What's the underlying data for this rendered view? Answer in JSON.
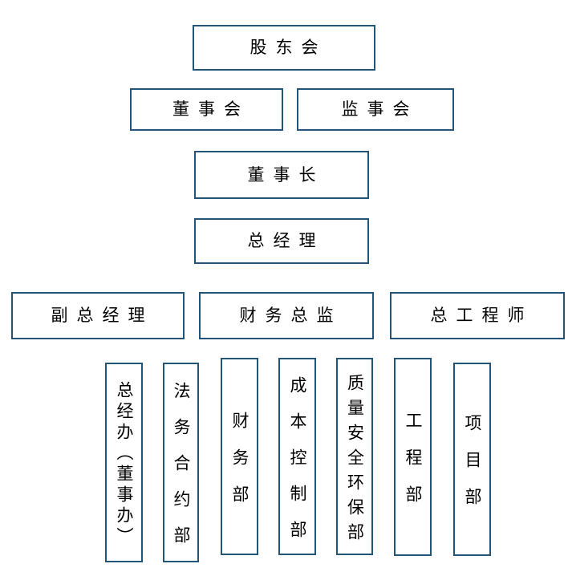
{
  "colors": {
    "box_border": "#235578",
    "text": "#000000",
    "background": "#ffffff"
  },
  "org": {
    "style": "boxes-only, no connector lines",
    "nodes": [
      {
        "id": "shareholders-meeting",
        "label": "股东会",
        "orientation": "horizontal",
        "level": 1
      },
      {
        "id": "board-of-directors",
        "label": "董事会",
        "orientation": "horizontal",
        "level": 2
      },
      {
        "id": "supervisory-board",
        "label": "监事会",
        "orientation": "horizontal",
        "level": 2
      },
      {
        "id": "chairman",
        "label": "董事长",
        "orientation": "horizontal",
        "level": 3
      },
      {
        "id": "general-manager",
        "label": "总经理",
        "orientation": "horizontal",
        "level": 4
      },
      {
        "id": "deputy-general-manager",
        "label": "副总经理",
        "orientation": "horizontal",
        "level": 5
      },
      {
        "id": "finance-director",
        "label": "财务总监",
        "orientation": "horizontal",
        "level": 5
      },
      {
        "id": "chief-engineer",
        "label": "总工程师",
        "orientation": "horizontal",
        "level": 5
      },
      {
        "id": "gm-office",
        "label": "总经办（董事办）",
        "orientation": "vertical",
        "level": 6
      },
      {
        "id": "legal-contract-dept",
        "label": "法务合约部",
        "orientation": "vertical",
        "level": 6
      },
      {
        "id": "finance-dept",
        "label": "财务部",
        "orientation": "vertical",
        "level": 6
      },
      {
        "id": "cost-control-dept",
        "label": "成本控制部",
        "orientation": "vertical",
        "level": 6
      },
      {
        "id": "quality-safety-env-dept",
        "label": "质量安全环保部",
        "orientation": "vertical",
        "level": 6
      },
      {
        "id": "engineering-dept",
        "label": "工程部",
        "orientation": "vertical",
        "level": 6
      },
      {
        "id": "project-dept",
        "label": "项目部",
        "orientation": "vertical",
        "level": 6
      }
    ]
  }
}
